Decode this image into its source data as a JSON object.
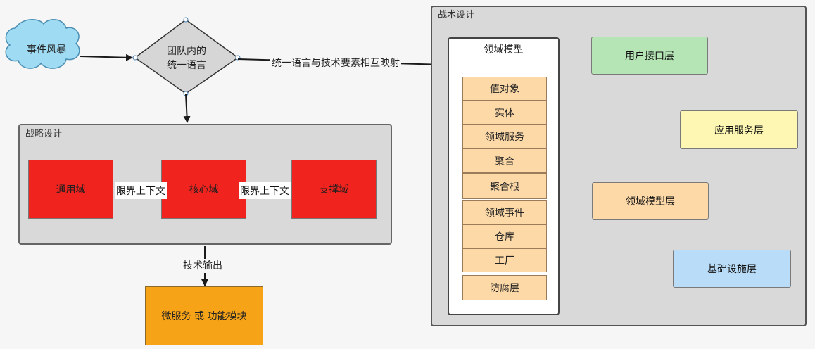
{
  "storm": "事件风暴",
  "diamond": {
    "line1": "团队内的",
    "line2": "统一语言"
  },
  "arrow_label": "统一语言与技术要素相互映射",
  "strategic": {
    "title": "战略设计",
    "domains": [
      "通用域",
      "核心域",
      "支撑域"
    ],
    "context_label": "限界上下文"
  },
  "tech_output": "技术输出",
  "microservice": "微服务 或 功能模块",
  "tactical": {
    "title": "战术设计",
    "model_title": "领域模型",
    "items": [
      "值对象",
      "实体",
      "领域服务",
      "聚合",
      "聚合根",
      "领域事件",
      "仓库",
      "工厂",
      "防腐层"
    ],
    "layers": {
      "ui": "用户接口层",
      "app": "应用服务层",
      "domain": "领域模型层",
      "infra": "基础设施层"
    }
  },
  "colors": {
    "storm": "#9fdcf4",
    "diamond": "#d6d6d6",
    "red": "#f0231e",
    "orange_item": "#fdd9a8",
    "micro": "#f7a318",
    "ui": "#b5e5b5",
    "app": "#fdf7b3",
    "domain": "#fdd9a8",
    "infra": "#b9dcf9"
  }
}
